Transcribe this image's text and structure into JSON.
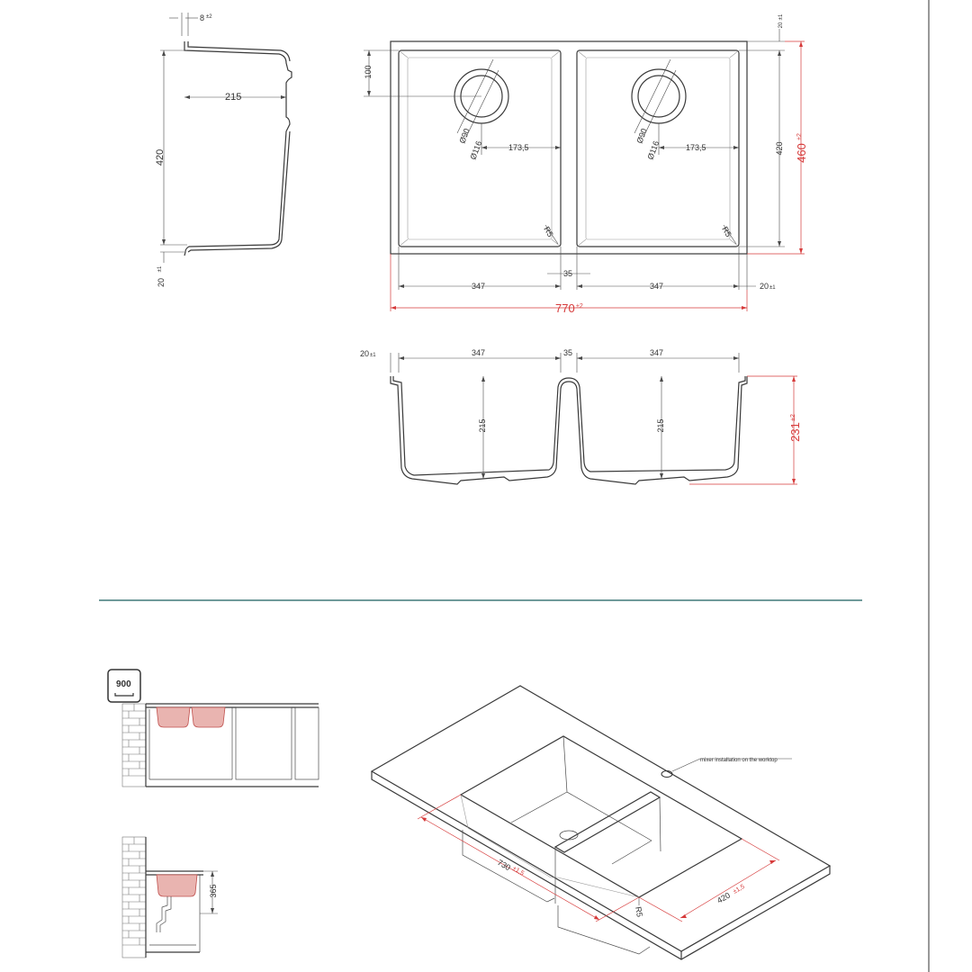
{
  "side_section": {
    "lip_top": "8",
    "lip_top_tol": "±2",
    "depth": "215",
    "height": "420",
    "rim": "20",
    "rim_tol": "±1"
  },
  "top_view": {
    "rim_top": "20",
    "rim_top_tol": "±1",
    "drain_offset": "100",
    "drain_d_inner": "Ø90",
    "drain_d_outer": "Ø116",
    "drain_x": "173,5",
    "corner_radius": "R5",
    "bowl_depth": "420",
    "total_depth": "460",
    "total_depth_tol": "±2",
    "bowl_width": "347",
    "divider": "35",
    "rim_side": "20",
    "rim_side_tol": "±1",
    "total_width": "770",
    "total_width_tol": "±2"
  },
  "front_section": {
    "rim": "20",
    "rim_tol": "±1",
    "bowl_width": "347",
    "divider": "35",
    "bowl_depth": "215",
    "total_height": "231",
    "total_height_tol": "±2"
  },
  "cabinet_badge": "900",
  "install_height": "365",
  "iso_view": {
    "mixer_note": "mixer installation on the worktop",
    "cutout_width": "730",
    "cutout_width_tol": "±1,5",
    "cutout_depth": "420",
    "cutout_depth_tol": "±1,5",
    "radius": "R5"
  },
  "colors": {
    "line": "#3a3a3a",
    "dimension_red": "#d63a3a",
    "divider_rule": "#6f9a9a",
    "sink_fill": "#e9b4b0"
  }
}
